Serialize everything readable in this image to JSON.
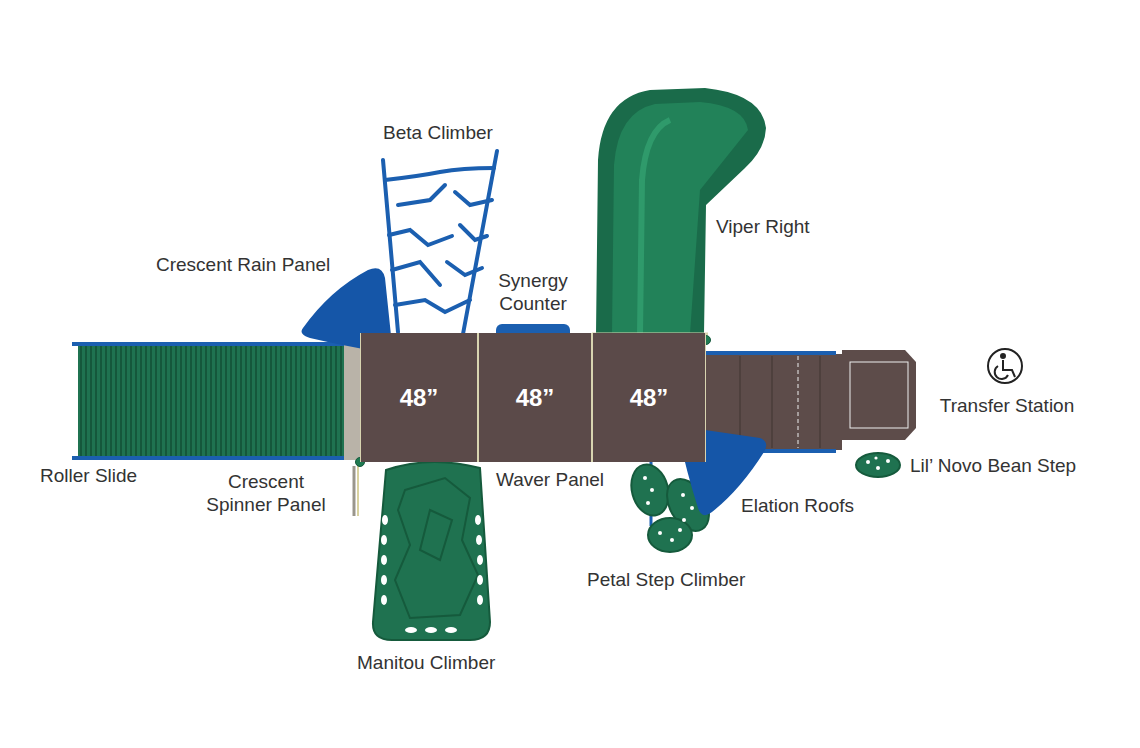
{
  "diagram": {
    "nodes": [
      {
        "text": [
          "48”"
        ]
      },
      {
        "text": [
          "48”"
        ]
      },
      {
        "text": [
          "48”"
        ]
      }
    ],
    "labels": [
      "Beta Climber",
      "Viper Right",
      "Crescent Rain Panel",
      "Synergy Counter",
      "Transfer Station",
      "Lil’ Novo Bean Step",
      "Roller Slide",
      "Crescent Spinner Panel",
      "Waver Panel",
      "Elation Roofs",
      "Petal Step Climber",
      "Manitou Climber"
    ]
  }
}
